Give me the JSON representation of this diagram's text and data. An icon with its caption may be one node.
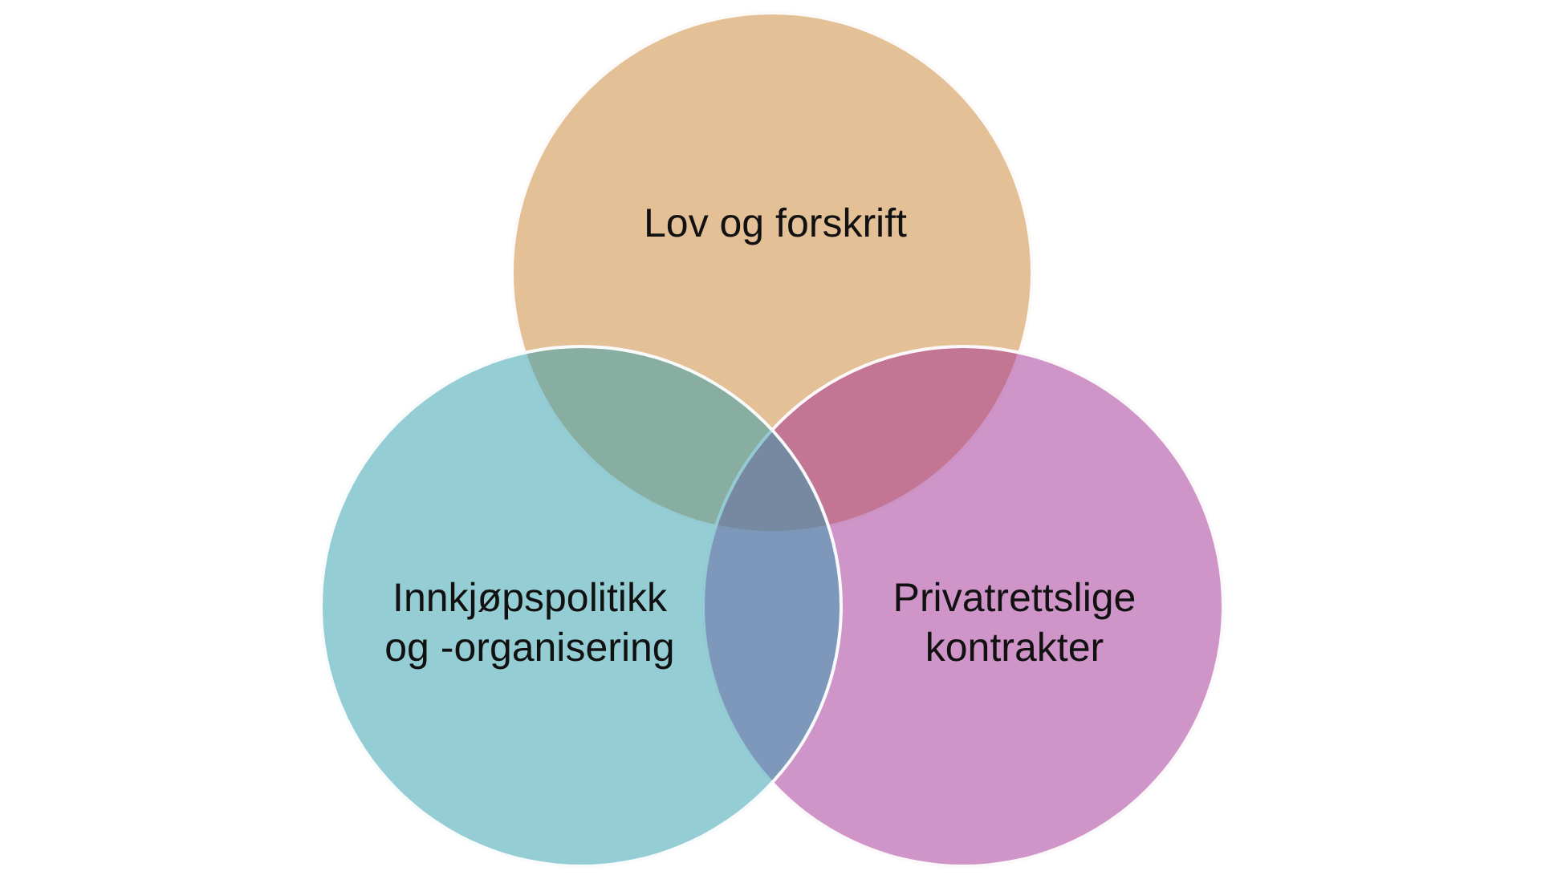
{
  "diagram": {
    "nodes": [
      {
        "text": [
          "Lov og forskrift"
        ]
      },
      {
        "text": [
          "Innkjøpspolitikk og -organisering"
        ]
      },
      {
        "text": [
          "Privatrettslige kontrakter"
        ]
      }
    ]
  }
}
